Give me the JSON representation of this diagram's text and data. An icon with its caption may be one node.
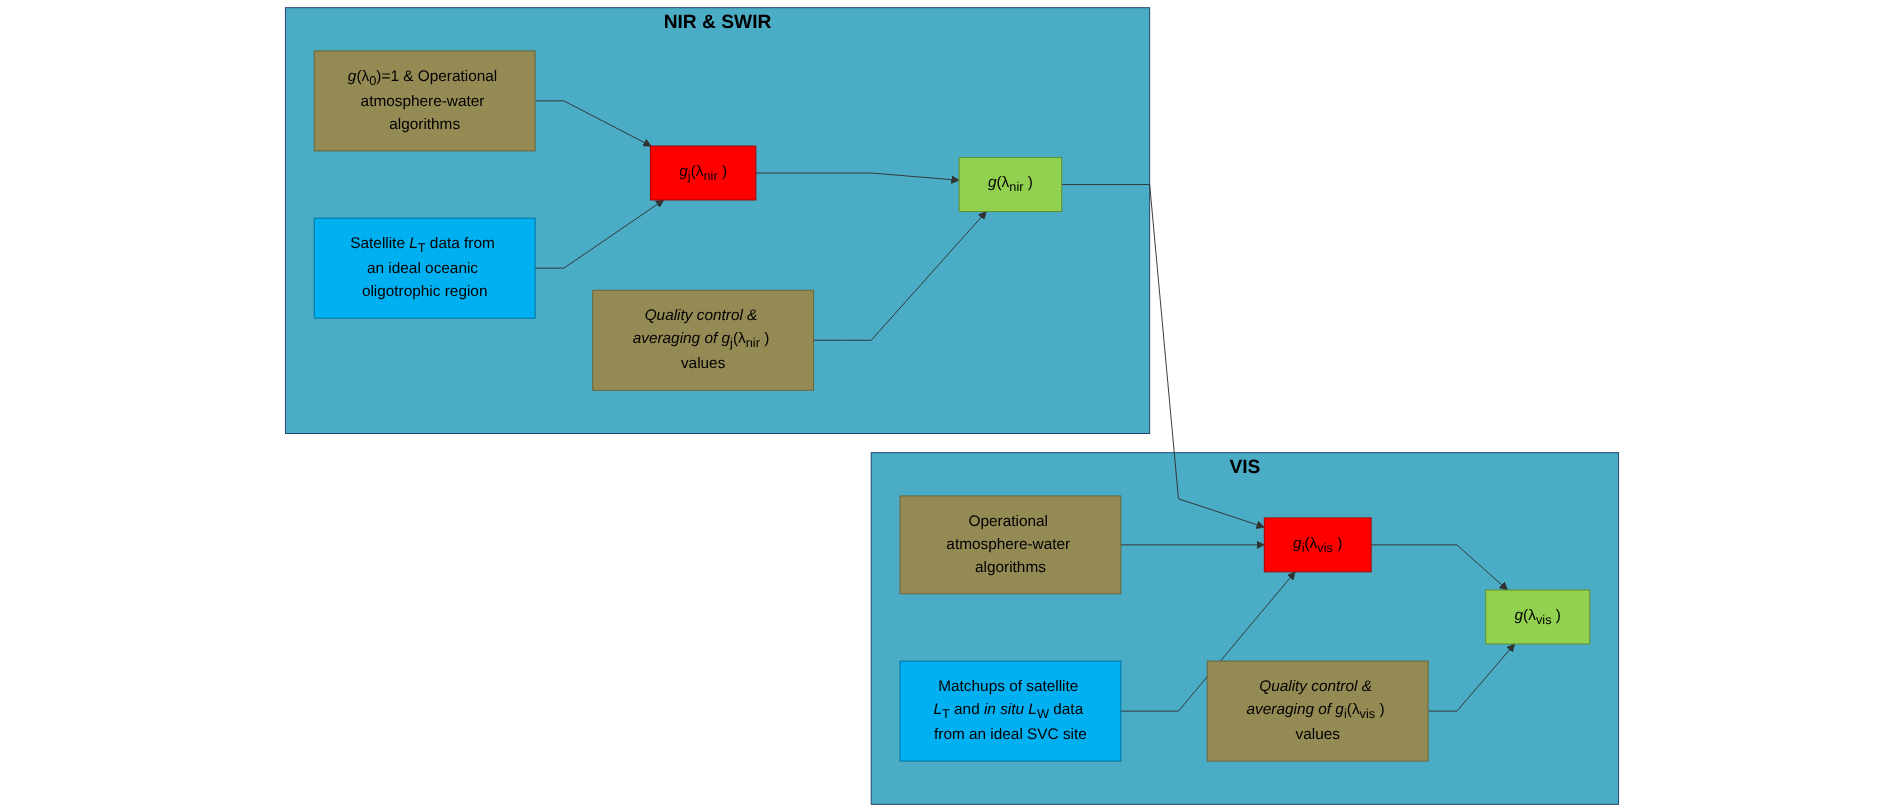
{
  "diagram": {
    "nodes": [
      {
        "text": [
          "NIR & SWIR"
        ]
      },
      {
        "text": [
          "*g*(λ$_{0}$)=1 & Operational atmosphere-water algorithms"
        ],
        "in": 0
      },
      {
        "text": [
          "*Quality control & averaging of* *g*$_{j}$(λ$_{nir}$ ) values"
        ],
        "in": 0
      },
      {
        "text": [
          "*g*$_{j}$(λ$_{nir}$ )"
        ],
        "in": 0
      },
      {
        "text": [
          "*g*(λ$_{nir}$ )"
        ],
        "in": 0
      },
      {
        "text": [
          "Satellite *L*$_{T}$ data from an ideal oceanic oligotrophic region"
        ],
        "in": 0
      },
      {
        "text": [
          "VIS"
        ]
      },
      {
        "text": [
          "Operational atmosphere-water algorithms"
        ],
        "in": 6
      },
      {
        "text": [
          "*Quality control & averaging of* *g*$_{i}$(λ$_{vis}$ ) values"
        ],
        "in": 6
      },
      {
        "text": [
          "*g*$_{i}$(λ$_{vis}$ )"
        ],
        "in": 6
      },
      {
        "text": [
          "*g*(λ$_{vis}$ )"
        ],
        "in": 6
      },
      {
        "text": [
          "Matchups of satellite *L*$_{T}$ and *in situ* *L*$_{W}$ data from an ideal SVC site"
        ],
        "in": 6
      }
    ],
    "edges": [
      {
        "from": 1,
        "to": 3,
        "arrow": "to"
      },
      {
        "from": 5,
        "to": 3,
        "arrow": "to"
      },
      {
        "from": 3,
        "to": 4,
        "arrow": "to"
      },
      {
        "from": 2,
        "to": 4,
        "arrow": "to"
      },
      {
        "from": 4,
        "to": 9,
        "arrow": "to"
      },
      {
        "from": 7,
        "to": 9,
        "arrow": "to"
      },
      {
        "from": 11,
        "to": 9,
        "arrow": "to"
      },
      {
        "from": 9,
        "to": 10,
        "arrow": "to"
      },
      {
        "from": 8,
        "to": 10,
        "arrow": "to"
      }
    ]
  }
}
